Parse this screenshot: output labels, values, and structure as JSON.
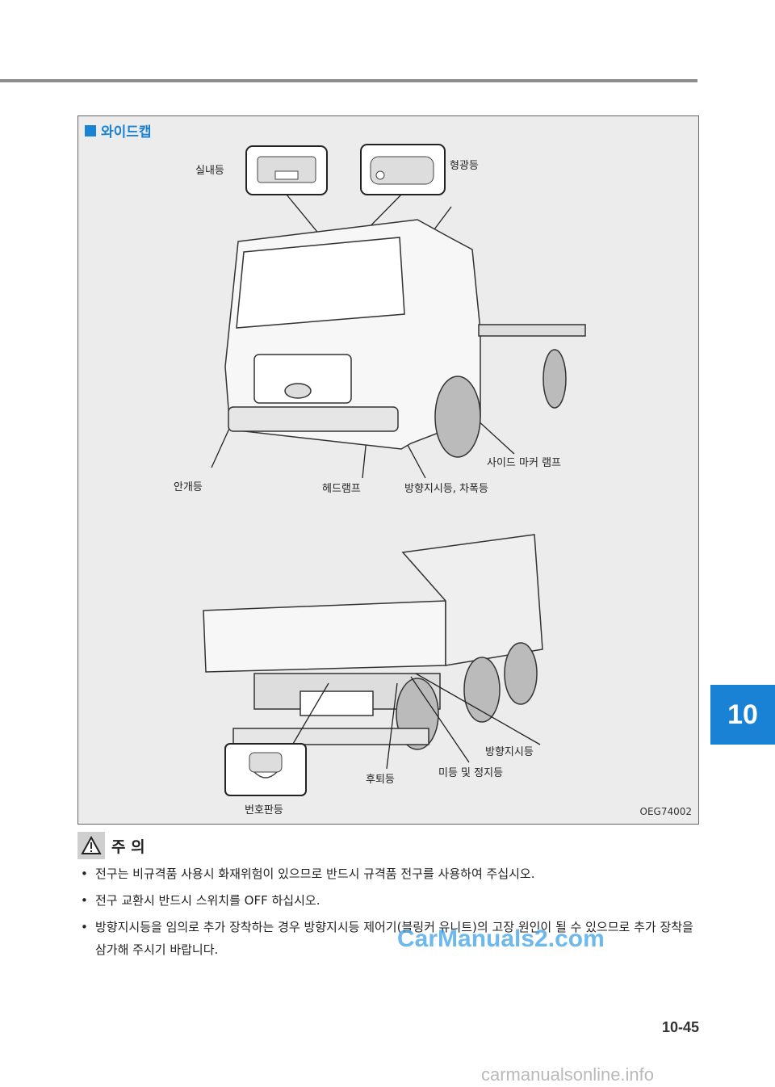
{
  "figure": {
    "section_title": "와이드캡",
    "code": "OEG74002",
    "labels": {
      "interior_light": "실내등",
      "fluorescent_light": "형광등",
      "side_marker": "사이드 마커 램프",
      "fog_light": "안개등",
      "headlamp": "헤드램프",
      "turn_signal_width": "방향지시등, 차폭등",
      "rear_turn_signal": "방향지시등",
      "tail_stop": "미등 및 정지등",
      "reverse_light": "후퇴등",
      "license_plate": "번호판등"
    }
  },
  "caution": {
    "title": "주 의",
    "bullets": [
      "전구는 비규격품 사용시 화재위험이 있으므로 반드시 규격품 전구를 사용하여 주십시오.",
      "전구 교환시 반드시 스위치를 OFF 하십시오.",
      "방향지시등을 임의로 추가 장착하는 경우 방향지시등 제어기(블링커 유니트)의 고장 원인이 될 수 있으므로 추가 장착을 삼가해 주시기 바랍니다."
    ]
  },
  "chapter_tab": "10",
  "page_number": "10-45",
  "watermarks": {
    "top": "CarManuals2.com",
    "bottom": "carmanualsonline.info"
  },
  "colors": {
    "accent": "#1a82d4",
    "figure_bg": "#ececec",
    "rule": "#8d8d8d"
  }
}
